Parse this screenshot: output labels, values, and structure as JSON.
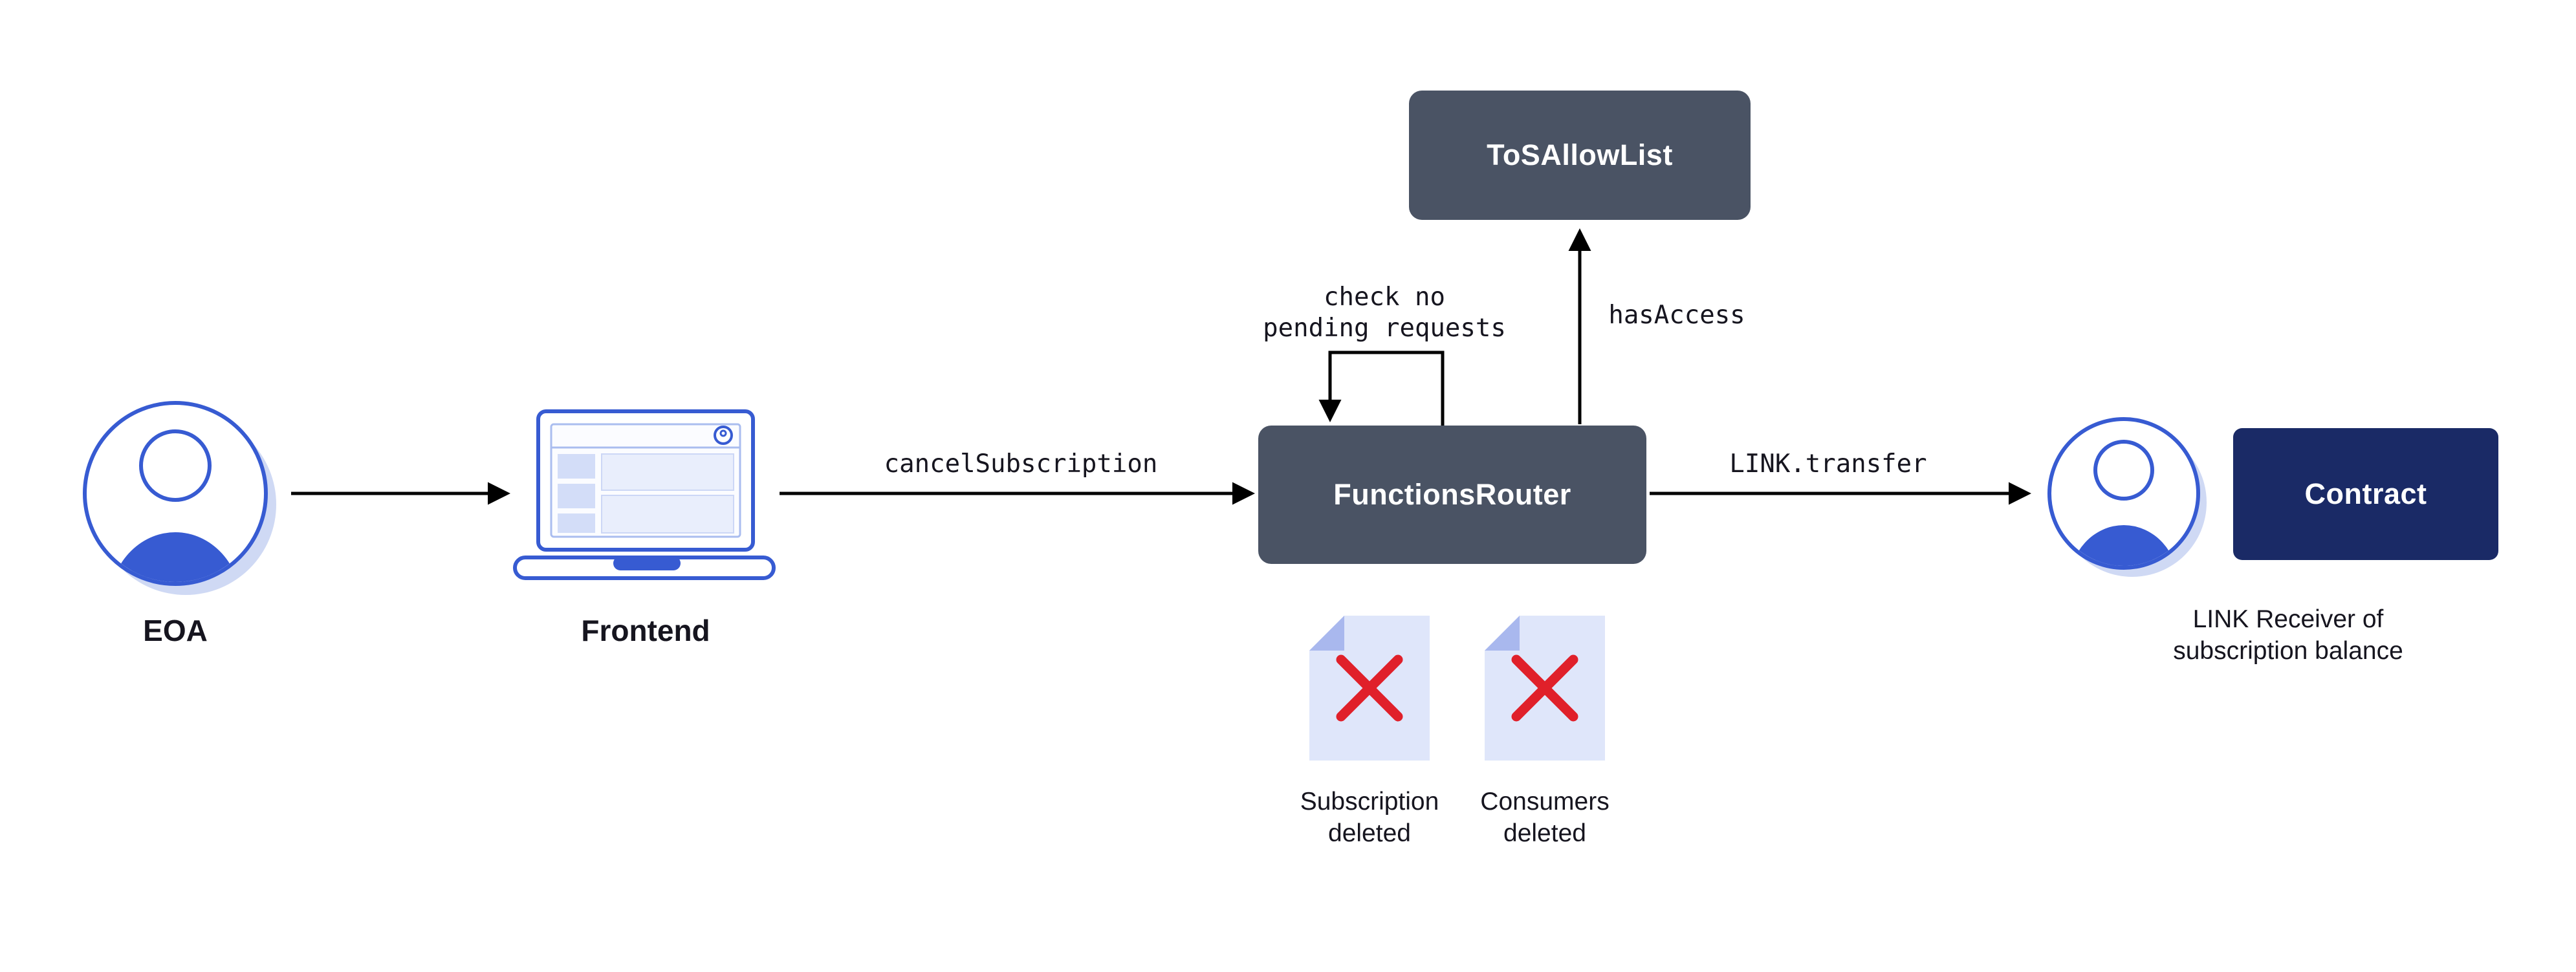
{
  "diagram": {
    "kind": "flow-diagram",
    "nodes": {
      "eoa": "EOA",
      "frontend": "Frontend",
      "functions_router": "FunctionsRouter",
      "tos_allow_list": "ToSAllowList",
      "contract": "Contract",
      "link_receiver_caption": "LINK Receiver of\nsubscription balance"
    },
    "edges": {
      "frontend_to_router_label": "cancelSubscription",
      "router_self_loop_label": "check no\npending requests",
      "router_to_tos_label": "hasAccess",
      "router_to_receiver_label": "LINK.transfer"
    },
    "artifacts": {
      "subscription_deleted_label": "Subscription\ndeleted",
      "consumers_deleted_label": "Consumers\ndeleted"
    },
    "icons": {
      "eoa": "person-avatar-icon",
      "frontend": "laptop-icon",
      "link_receiver": "person-avatar-icon",
      "subscription_deleted": "document-x-icon",
      "consumers_deleted": "document-x-icon"
    },
    "colors": {
      "node_gray": "#4a5364",
      "contract_navy": "#1a2a66",
      "brand_blue": "#375bd2",
      "icon_fill_light": "#dfe6fa",
      "icon_fold": "#a9b8ee",
      "shadow_blue": "#cfd9f4",
      "delete_red": "#e0202a",
      "text_dark": "#16151f",
      "arrow_black": "#000000",
      "background": "#ffffff"
    }
  }
}
